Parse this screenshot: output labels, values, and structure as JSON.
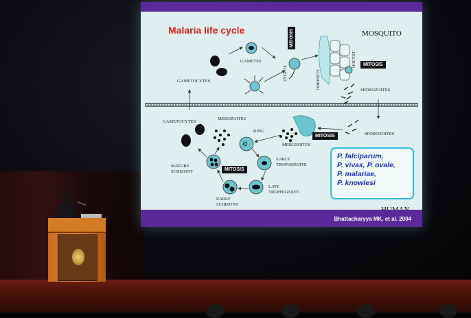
{
  "slide": {
    "title": "Malaria life cycle",
    "region_mosquito": "MOSQUITO",
    "region_human": "HUMAN",
    "labels": {
      "gametes": "GAMETES",
      "gametocytes_top": "GAMETOCYTES",
      "zygote": "ZYGOTE",
      "ookinete": "OOKINETE",
      "oocyst": "OOCYST",
      "sporozoites_top": "SPOROZOITES",
      "sporozoites_human": "SPOROZOITES",
      "gametocytes_human": "GAMETOCYTES",
      "merozoites_left": "MEROZOITES",
      "merozoites_right": "MEROZOITES",
      "ring": "RING",
      "early_trophozoite": "EARLY\nTROPHOZOITE",
      "late_trophozoite": "LATE\nTROPHOZOITE",
      "mature_schizont": "MATURE\nSCHIZONT",
      "early_schizont": "EARLY\nSCHIZONT"
    },
    "tags": {
      "meiosis": "MEIOSIS",
      "mitosis_mosquito": "MITOSIS",
      "mitosis_human_right": "MITOSIS",
      "mitosis_human_left": "MITOSIS"
    },
    "species": [
      "P. falciparum,",
      "P. vivax, P. ovale,",
      "P. malariae,",
      "P. knowlesi"
    ],
    "credit": "Bhattacharyya MK, et al. 2004"
  },
  "colors": {
    "title": "#e0201f",
    "species_text": "#1d2fd0",
    "species_border": "#33c0dd",
    "footer": "#5a2a9a",
    "podium": "#d47c24"
  }
}
